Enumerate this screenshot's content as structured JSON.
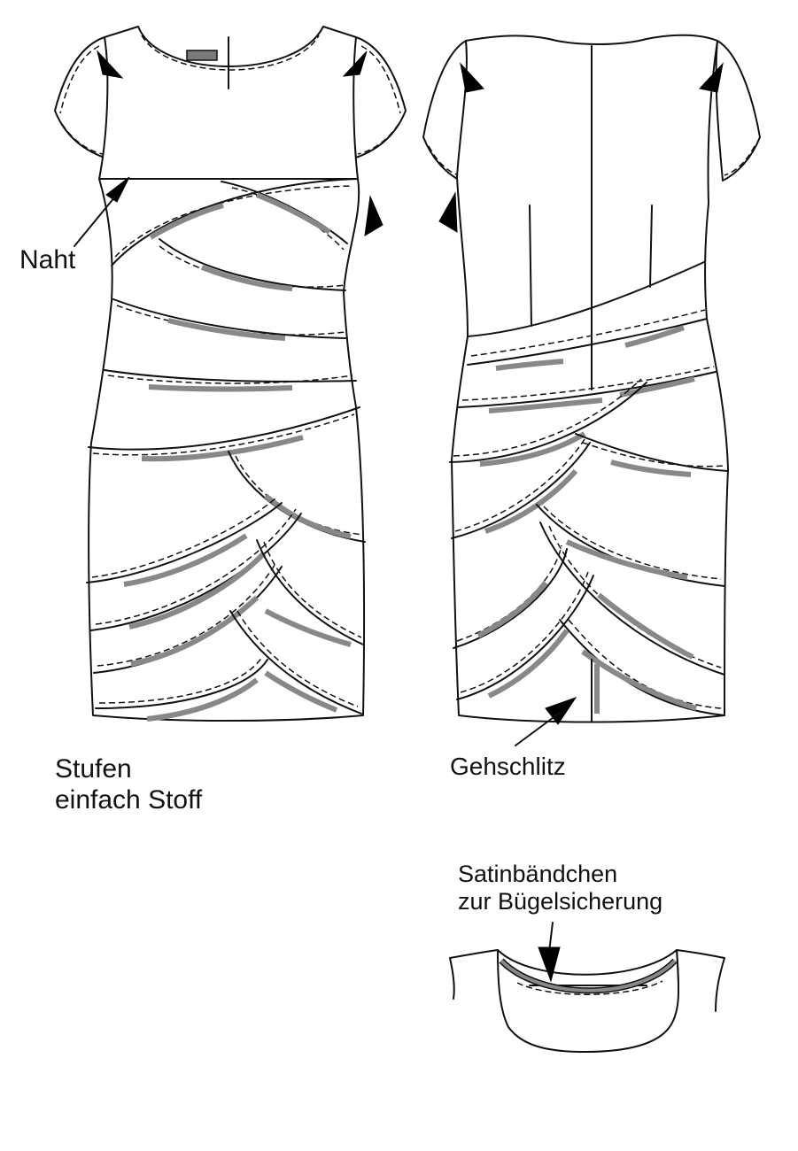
{
  "labels": {
    "seam": "Naht",
    "tiers_line1": "Stufen",
    "tiers_line2": "einfach Stoff",
    "walking_slit": "Gehschlitz",
    "satin_line1": "Satinbändchen",
    "satin_line2": "zur Bügelsicherung"
  },
  "colors": {
    "outline": "#111111",
    "topstitch_highlight": "#888888",
    "label_tag": "#7a7a7a"
  },
  "icons": [
    "pointer-arrow-icon"
  ]
}
